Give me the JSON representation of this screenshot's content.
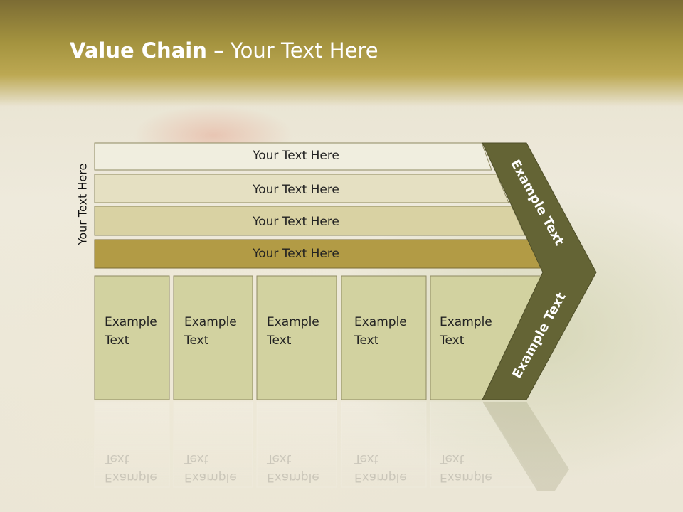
{
  "slide": {
    "title_bold": "Value Chain",
    "title_rest": " – Your Text Here",
    "side_label": "Your Text Here"
  },
  "bars": [
    {
      "label": "Your Text Here"
    },
    {
      "label": "Your Text Here"
    },
    {
      "label": "Your Text Here"
    },
    {
      "label": "Your Text Here"
    }
  ],
  "boxes": [
    {
      "line1": "Example",
      "line2": "Text"
    },
    {
      "line1": "Example",
      "line2": "Text"
    },
    {
      "line1": "Example",
      "line2": "Text"
    },
    {
      "line1": "Example",
      "line2": "Text"
    },
    {
      "line1": "Example",
      "line2": "Text"
    }
  ],
  "chevron": {
    "upper_label": "Example Text",
    "lower_label": "Example Text"
  },
  "colors": {
    "bar1": "#f0eedf",
    "bar2": "#e5e0c2",
    "bar3": "#d9d2a3",
    "bar4": "#b29b45",
    "box": "#d2d2a0",
    "chevron": "#646435"
  }
}
